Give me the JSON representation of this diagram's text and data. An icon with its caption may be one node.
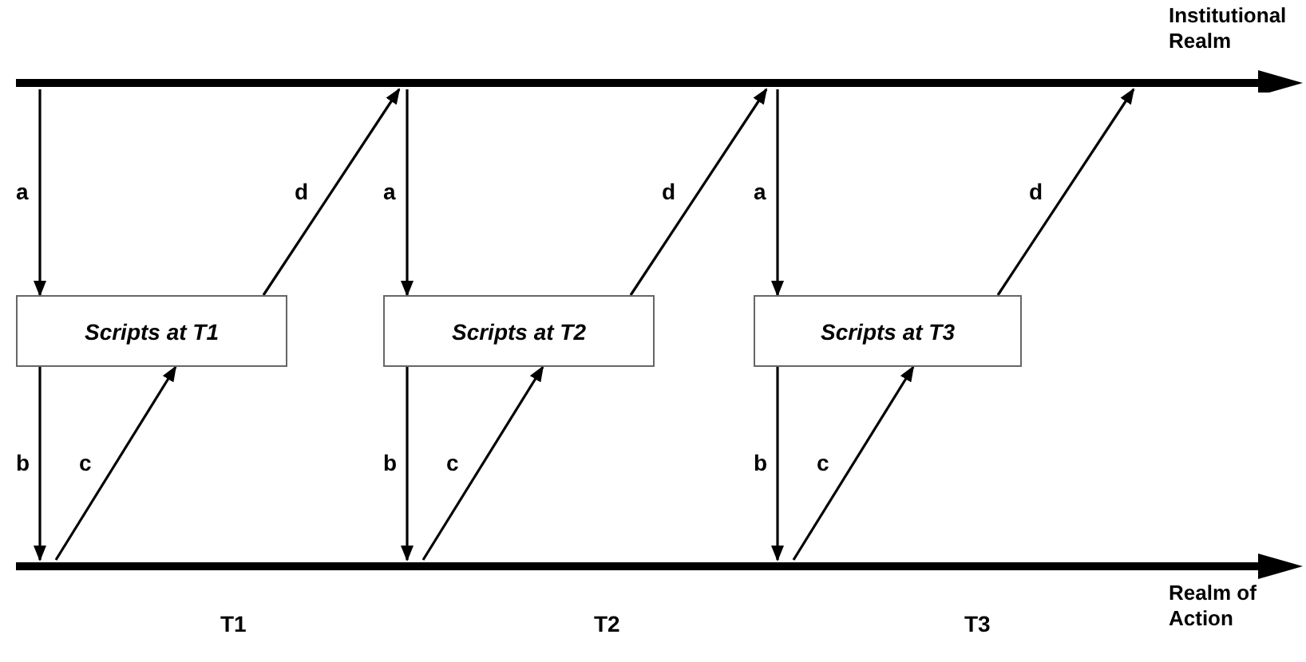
{
  "diagram": {
    "nodes": [
      {
        "text": [
          "Institutional Realm"
        ]
      },
      {
        "text": [
          "Scripts at T1"
        ]
      },
      {
        "text": [
          "Scripts at T2"
        ]
      },
      {
        "text": [
          "Scripts at T3"
        ]
      },
      {
        "text": [
          "Realm of Action"
        ]
      }
    ],
    "edges": [
      {
        "from": 0,
        "to": 1,
        "arrow": "to",
        "label": "a"
      },
      {
        "from": 1,
        "to": 4,
        "arrow": "to",
        "label": "b"
      },
      {
        "from": 4,
        "to": 1,
        "arrow": "to",
        "label": "c"
      },
      {
        "from": 1,
        "to": 0,
        "arrow": "to",
        "label": "d"
      },
      {
        "from": 0,
        "to": 2,
        "arrow": "to",
        "label": "a"
      },
      {
        "from": 2,
        "to": 4,
        "arrow": "to",
        "label": "b"
      },
      {
        "from": 4,
        "to": 2,
        "arrow": "to",
        "label": "c"
      },
      {
        "from": 2,
        "to": 0,
        "arrow": "to",
        "label": "d"
      },
      {
        "from": 0,
        "to": 3,
        "arrow": "to",
        "label": "a"
      },
      {
        "from": 3,
        "to": 4,
        "arrow": "to",
        "label": "b"
      },
      {
        "from": 4,
        "to": 3,
        "arrow": "to",
        "label": "c"
      },
      {
        "from": 3,
        "to": 0,
        "arrow": "to",
        "label": "d"
      }
    ],
    "labels": [
      "T1",
      "T2",
      "T3"
    ]
  }
}
